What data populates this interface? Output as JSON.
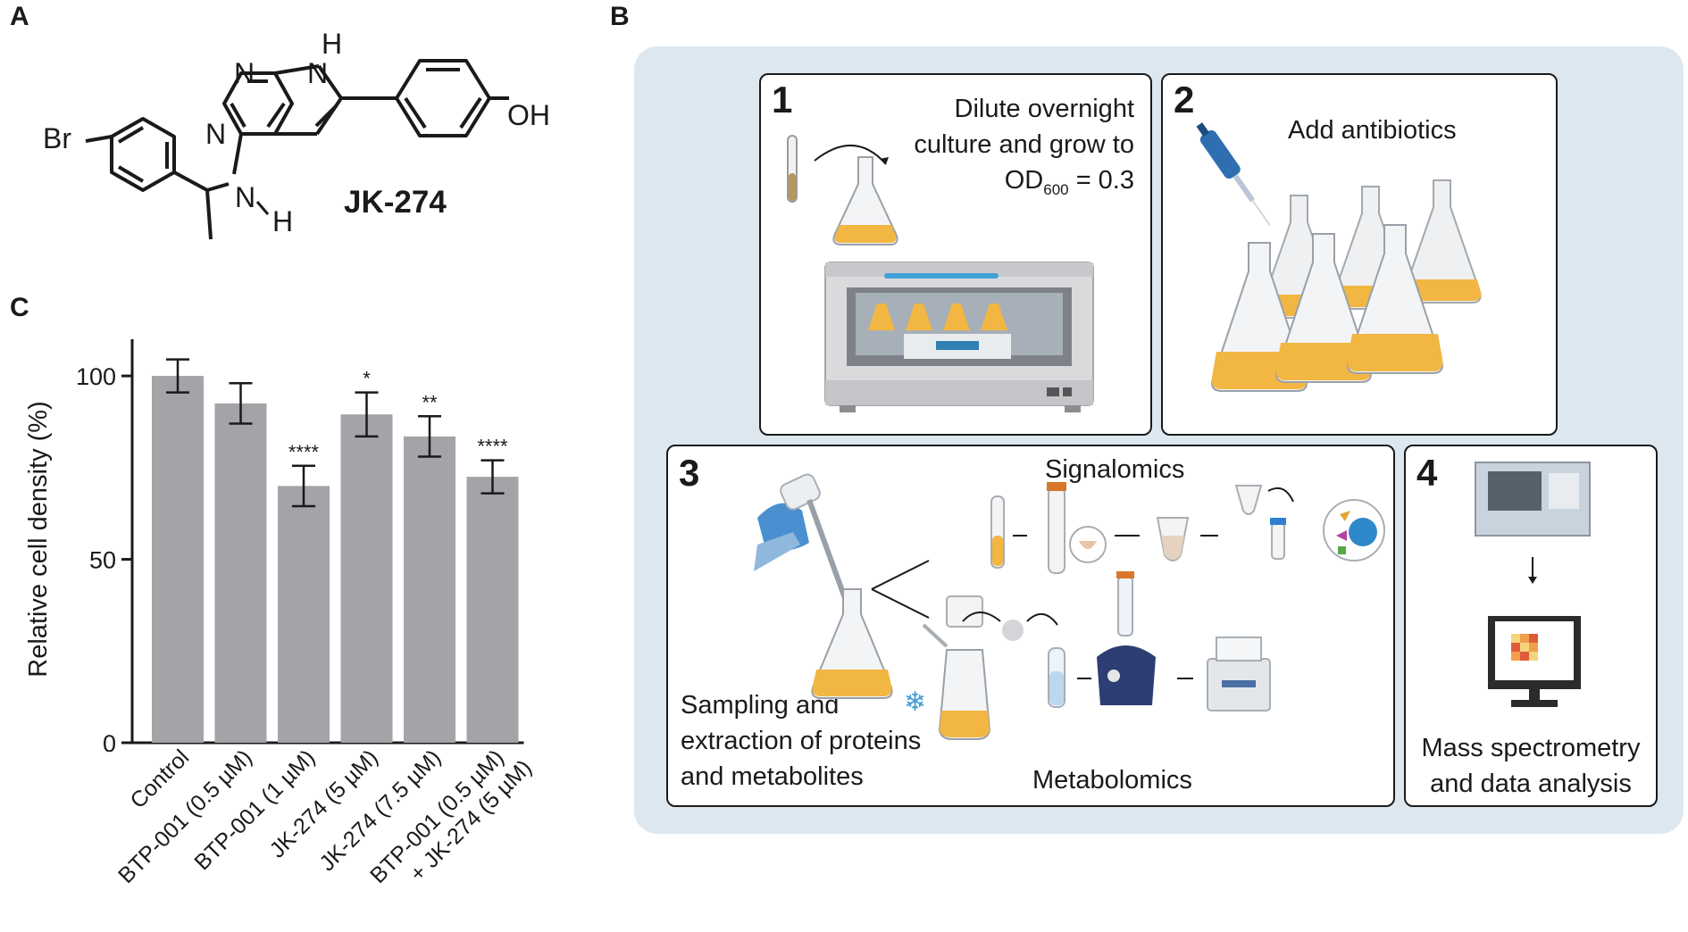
{
  "panels": {
    "a": "A",
    "b": "B",
    "c": "C"
  },
  "molecule": {
    "name": "JK-274",
    "atoms": [
      "N",
      "N",
      "N",
      "H",
      "N",
      "H",
      "Br",
      "OH"
    ]
  },
  "workflow": {
    "step1": {
      "number": "1",
      "lines": [
        "Dilute overnight",
        "culture and grow to"
      ],
      "od_prefix": "OD",
      "od_subscript": "600",
      "od_suffix": "= 0.3"
    },
    "step2": {
      "number": "2",
      "text": "Add antibiotics"
    },
    "step3": {
      "number": "3",
      "signalomics": "Signalomics",
      "metabolomics": "Metabolomics",
      "sampling_lines": [
        "Sampling and",
        "extraction of proteins",
        "and metabolites"
      ]
    },
    "step4": {
      "number": "4",
      "lines": [
        "Mass spectrometry",
        "and data analysis"
      ]
    }
  },
  "colors": {
    "bar": "#a3a3a8",
    "panel_b_background": "#dde7ef",
    "culture": "#f2b642",
    "pipette_blue": "#2f6fb1"
  },
  "chart_data": {
    "type": "bar",
    "ylabel": "Relative cell density (%)",
    "ylim": [
      0,
      110
    ],
    "yticks": [
      0,
      50,
      100
    ],
    "categories": [
      "Control",
      "BTP-001 (0.5 µM)",
      "BTP-001 (1 µM)",
      "JK-274 (5 µM)",
      "JK-274 (7.5 µM)",
      "BTP-001 (0.5 µM)\n+ JK-274 (5 µM)"
    ],
    "category_lines": [
      [
        "Control"
      ],
      [
        "BTP-001 (0.5 µM)"
      ],
      [
        "BTP-001 (1 µM)"
      ],
      [
        "JK-274 (5 µM)"
      ],
      [
        "JK-274 (7.5 µM)"
      ],
      [
        "BTP-001 (0.5 µM)",
        "+ JK-274 (5 µM)"
      ]
    ],
    "values": [
      100,
      92.5,
      70,
      89.5,
      83.5,
      72.5
    ],
    "errors": [
      4.5,
      5.5,
      5.5,
      6,
      5.5,
      4.5
    ],
    "significance": [
      "",
      "",
      "****",
      "*",
      "**",
      "****"
    ]
  }
}
